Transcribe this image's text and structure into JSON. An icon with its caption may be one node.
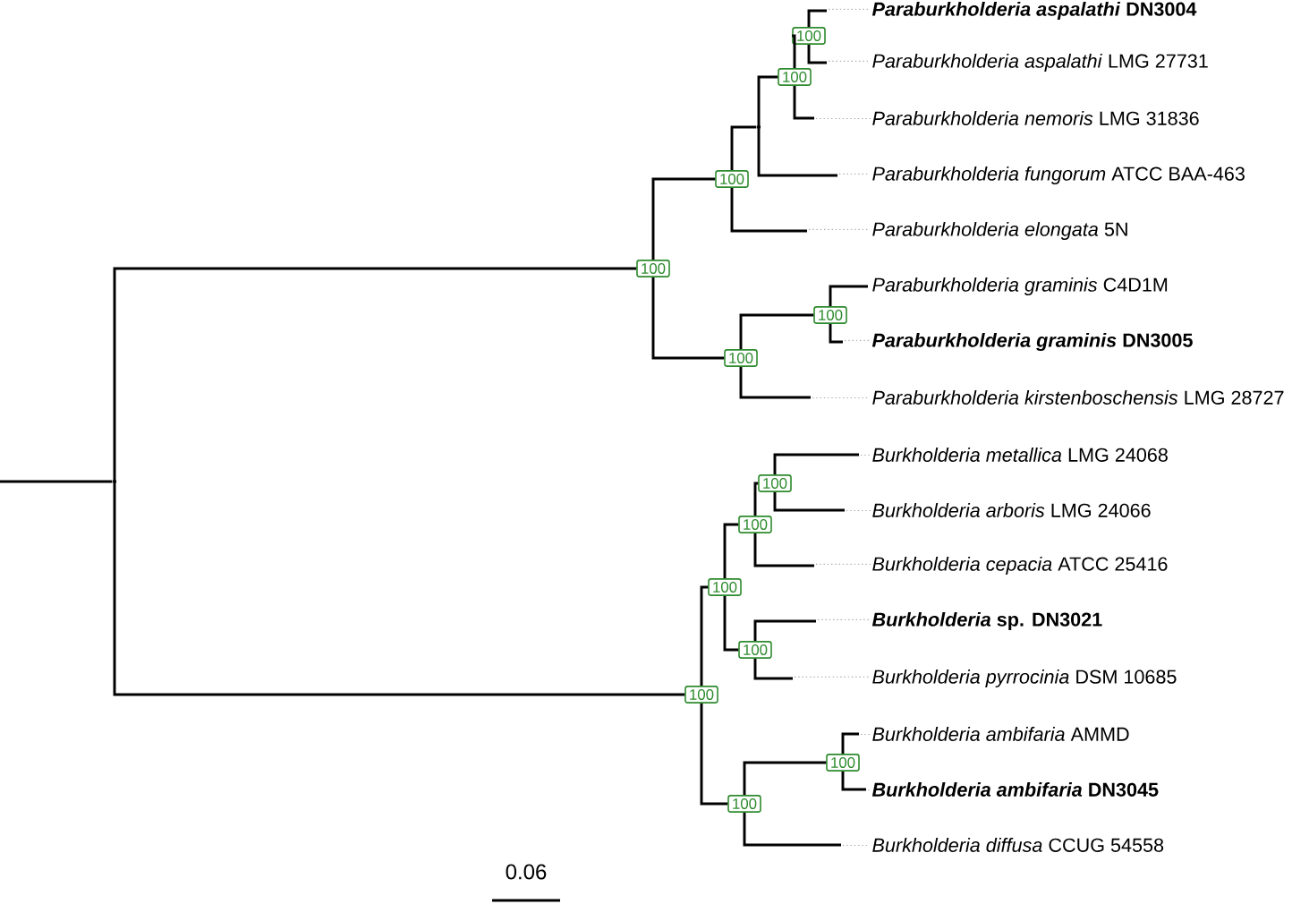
{
  "diagram": {
    "nodes": [
      {
        "text": [],
        "shape": "point"
      },
      {
        "text": [
          "100"
        ]
      },
      {
        "text": [
          "100"
        ]
      },
      {
        "text": [],
        "shape": "point"
      },
      {
        "text": [
          "100"
        ]
      },
      {
        "text": [
          "100"
        ]
      },
      {
        "text": [
          "*Paraburkholderia aspalathi* DN3004"
        ]
      },
      {
        "text": [
          "*Paraburkholderia aspalathi* LMG 27731"
        ]
      },
      {
        "text": [
          "*Paraburkholderia nemoris* LMG 31836"
        ]
      },
      {
        "text": [
          "*Paraburkholderia fungorum* ATCC BAA-463"
        ]
      },
      {
        "text": [
          "*Paraburkholderia elongata* 5N"
        ]
      },
      {
        "text": [
          "100"
        ]
      },
      {
        "text": [
          "100"
        ]
      },
      {
        "text": [
          "*Paraburkholderia graminis* C4D1M"
        ]
      },
      {
        "text": [
          "*Paraburkholderia graminis* DN3005"
        ]
      },
      {
        "text": [
          "*Paraburkholderia kirstenboschensis* LMG 28727"
        ]
      },
      {
        "text": [
          "100"
        ]
      },
      {
        "text": [
          "100"
        ]
      },
      {
        "text": [
          "100"
        ]
      },
      {
        "text": [
          "100"
        ]
      },
      {
        "text": [
          "*Burkholderia metallica* LMG 24068"
        ]
      },
      {
        "text": [
          "*Burkholderia arboris* LMG 24066"
        ]
      },
      {
        "text": [
          "*Burkholderia cepacia* ATCC 25416"
        ]
      },
      {
        "text": [
          "100"
        ]
      },
      {
        "text": [
          "*Burkholderia* sp. DN3021"
        ]
      },
      {
        "text": [
          "*Burkholderia pyrrocinia* DSM 10685"
        ]
      },
      {
        "text": [
          "100"
        ]
      },
      {
        "text": [
          "100"
        ]
      },
      {
        "text": [
          "*Burkholderia ambifaria* AMMD"
        ]
      },
      {
        "text": [
          "*Burkholderia ambifaria* DN3045"
        ]
      },
      {
        "text": [
          "*Burkholderia diffusa* CCUG 54558"
        ]
      }
    ],
    "edges": [
      {
        "from": null,
        "to": 0,
        "arrow": "none"
      },
      {
        "from": 0,
        "to": 1,
        "arrow": "none"
      },
      {
        "from": 1,
        "to": 2,
        "arrow": "none"
      },
      {
        "from": 2,
        "to": 3,
        "arrow": "none"
      },
      {
        "from": 3,
        "to": 4,
        "arrow": "none"
      },
      {
        "from": 4,
        "to": 5,
        "arrow": "none"
      },
      {
        "from": 5,
        "to": 6,
        "arrow": "none"
      },
      {
        "from": 5,
        "to": 7,
        "arrow": "none"
      },
      {
        "from": 4,
        "to": 8,
        "arrow": "none"
      },
      {
        "from": 3,
        "to": 9,
        "arrow": "none"
      },
      {
        "from": 2,
        "to": 10,
        "arrow": "none"
      },
      {
        "from": 1,
        "to": 11,
        "arrow": "none"
      },
      {
        "from": 11,
        "to": 12,
        "arrow": "none"
      },
      {
        "from": 12,
        "to": 13,
        "arrow": "none"
      },
      {
        "from": 12,
        "to": 14,
        "arrow": "none"
      },
      {
        "from": 11,
        "to": 15,
        "arrow": "none"
      },
      {
        "from": 0,
        "to": 16,
        "arrow": "none"
      },
      {
        "from": 16,
        "to": 17,
        "arrow": "none"
      },
      {
        "from": 17,
        "to": 18,
        "arrow": "none"
      },
      {
        "from": 18,
        "to": 19,
        "arrow": "none"
      },
      {
        "from": 19,
        "to": 20,
        "arrow": "none"
      },
      {
        "from": 19,
        "to": 21,
        "arrow": "none"
      },
      {
        "from": 18,
        "to": 22,
        "arrow": "none"
      },
      {
        "from": 17,
        "to": 23,
        "arrow": "none"
      },
      {
        "from": 23,
        "to": 24,
        "arrow": "none"
      },
      {
        "from": 23,
        "to": 25,
        "arrow": "none"
      },
      {
        "from": 16,
        "to": 26,
        "arrow": "none"
      },
      {
        "from": 26,
        "to": 27,
        "arrow": "none"
      },
      {
        "from": 27,
        "to": 28,
        "arrow": "none"
      },
      {
        "from": 27,
        "to": 29,
        "arrow": "none"
      },
      {
        "from": 26,
        "to": 30,
        "arrow": "none"
      }
    ],
    "labels": [
      "0.06"
    ]
  }
}
